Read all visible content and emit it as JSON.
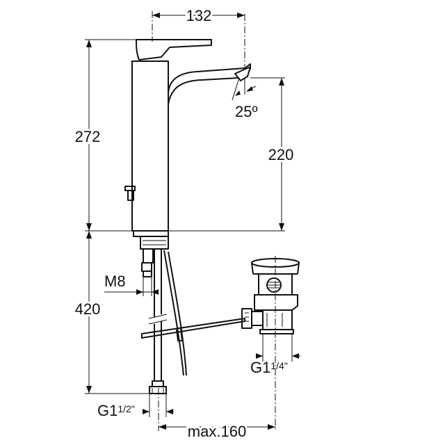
{
  "dimensions": {
    "spout_reach": "132",
    "total_height": "272",
    "spout_height": "220",
    "spout_angle": "25º",
    "thread_rod": "M8",
    "hose_length": "420",
    "hose_thread_main": "G1",
    "hose_thread_frac": "1/2\"",
    "waste_thread_main": "G1",
    "waste_thread_frac": "1/4\"",
    "waste_distance": "max.160"
  }
}
